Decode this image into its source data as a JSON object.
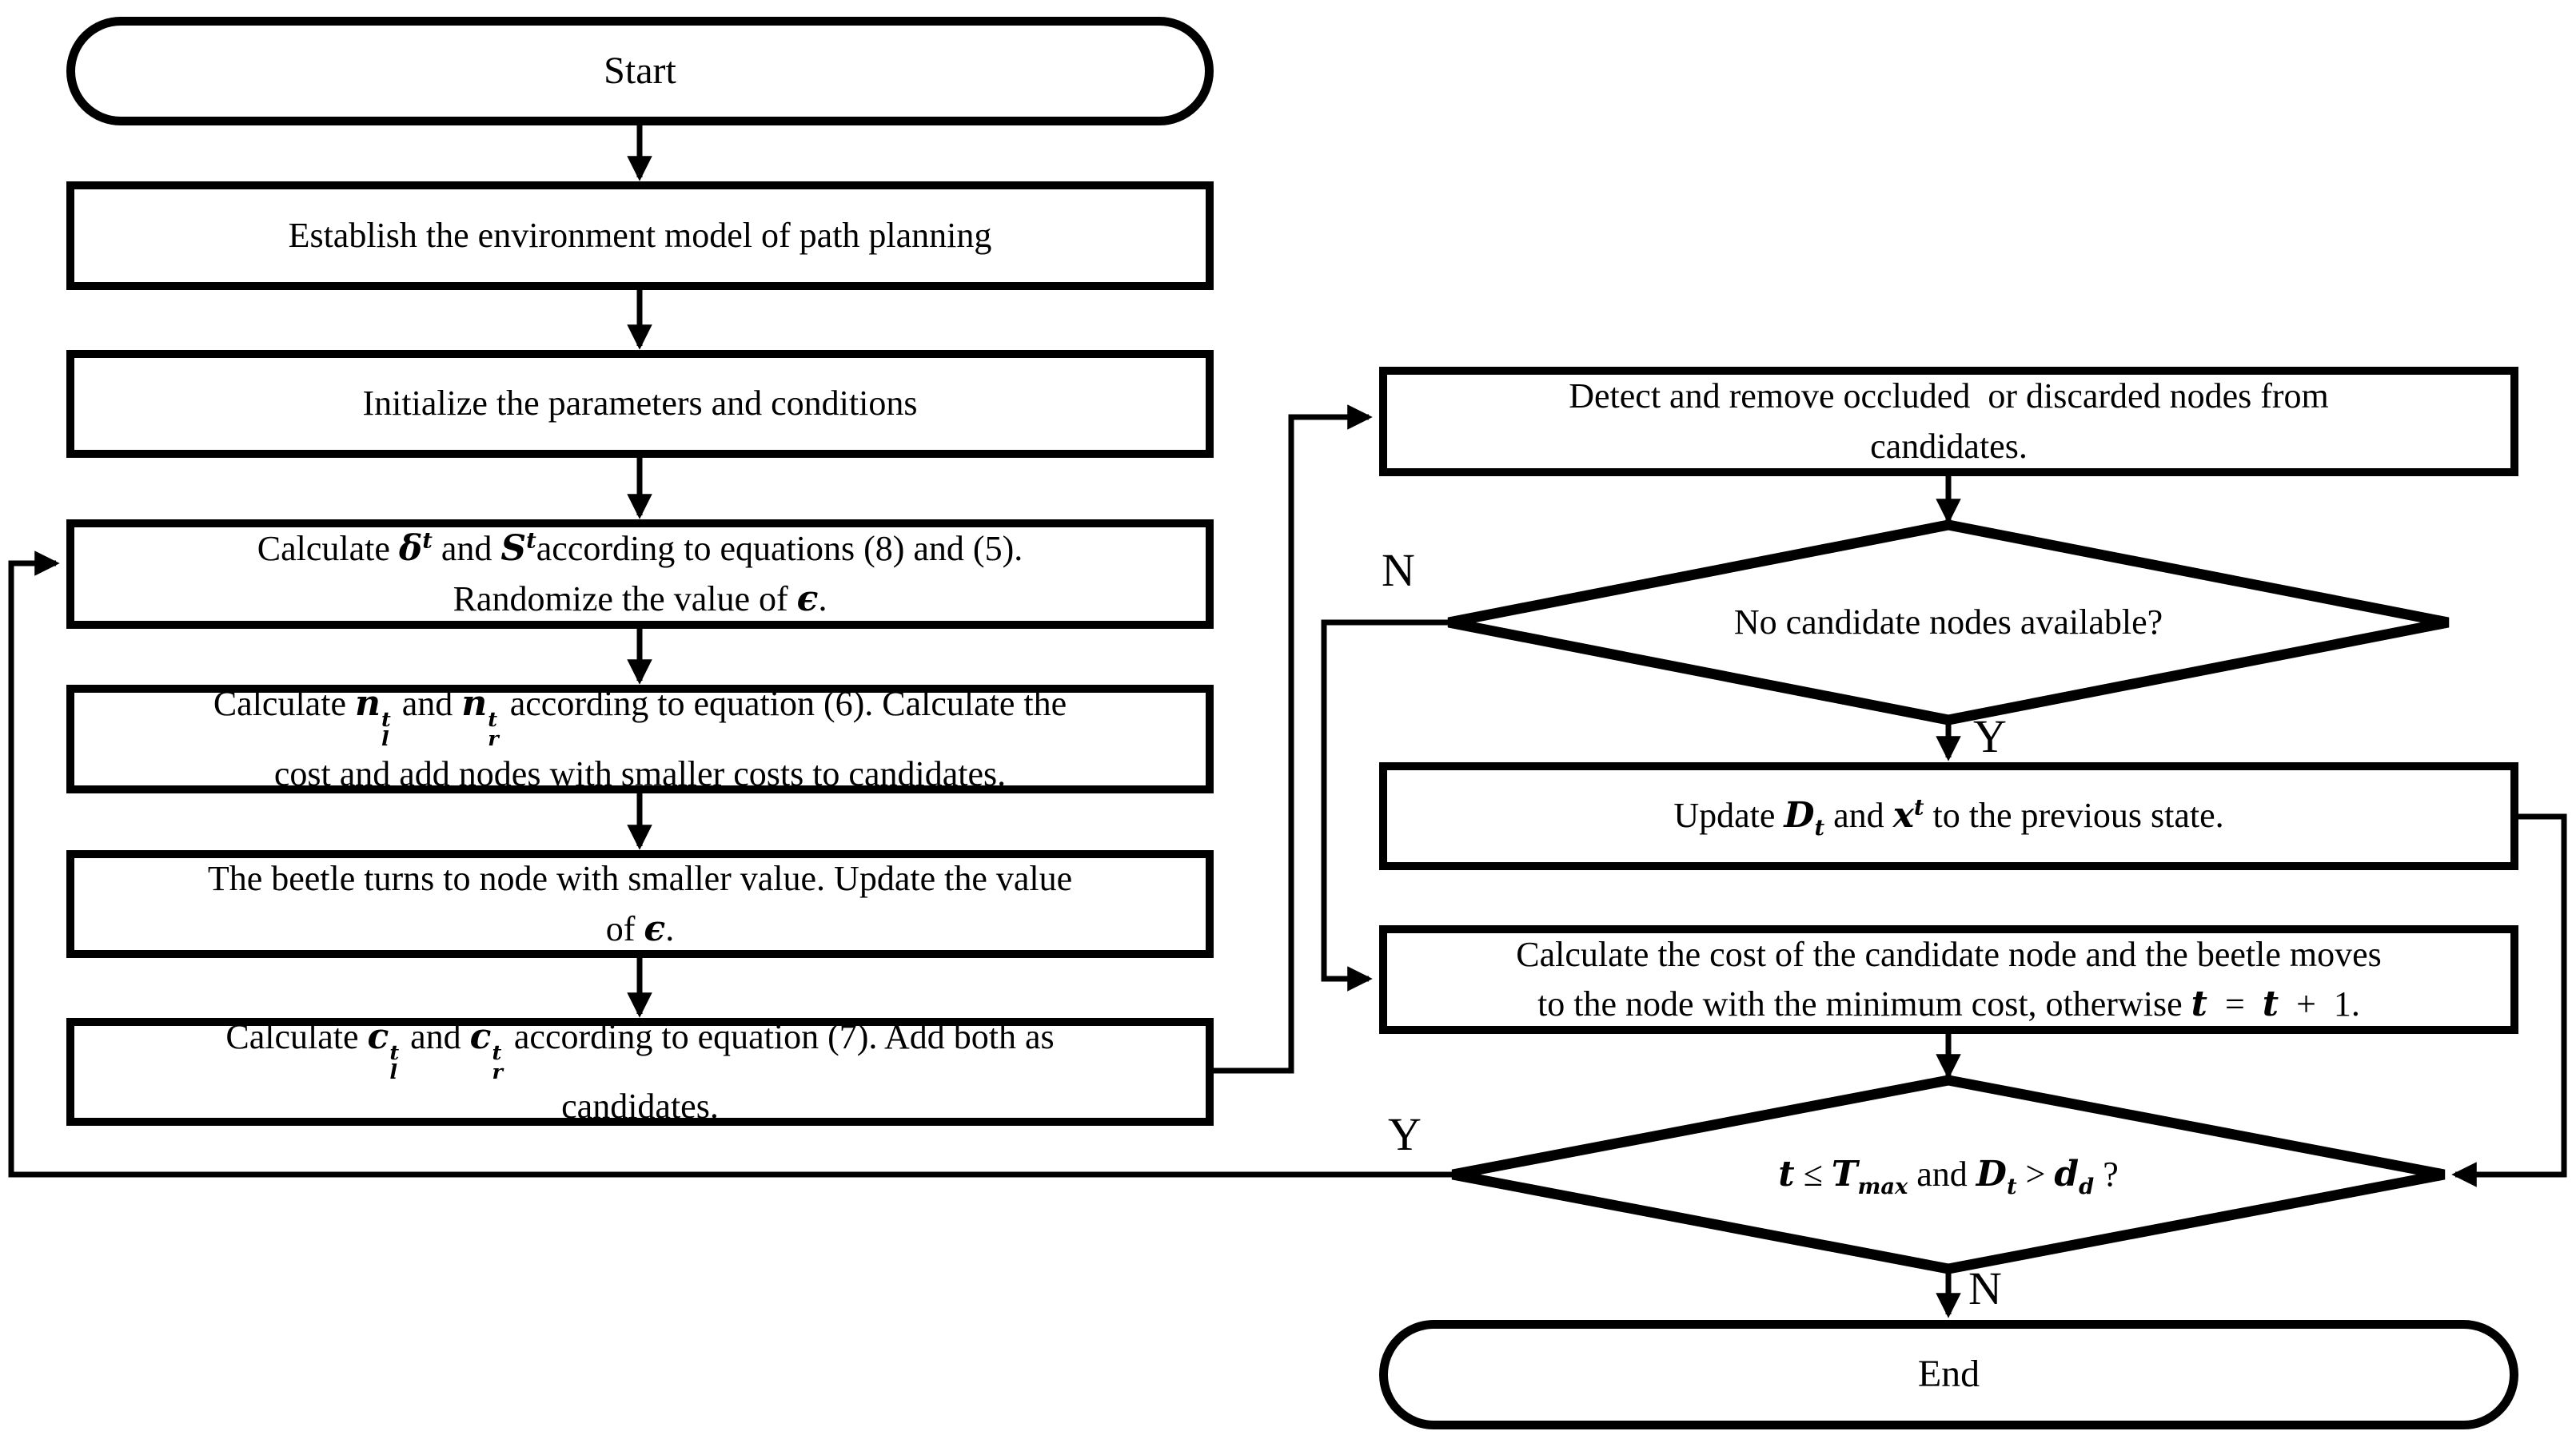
{
  "meta": {
    "background_color": "#ffffff",
    "ink_color": "#000000",
    "diagram_type": "flowchart"
  },
  "flowchart": {
    "nodes": {
      "start": {
        "type": "terminator",
        "label": "Start"
      },
      "establish_env": {
        "type": "process",
        "lines": [
          "Establish the environment model of path planning"
        ]
      },
      "init_params": {
        "type": "process",
        "lines": [
          "Initialize the parameters and conditions"
        ]
      },
      "calc_delta_s": {
        "type": "process",
        "lines": [
          "Calculate <span class=\"m\">δ<sup>t</sup></span> and <span class=\"m\">S<sup>t</sup></span>according to equations (8) and (5).",
          "Randomize the value of <span class=\"m\">ϵ</span>."
        ]
      },
      "calc_n": {
        "type": "process",
        "lines": [
          "Calculate <span class=\"m\">n</span><span class=\"ss\"><span>t</span><span>l</span></span> and <span class=\"m\">n</span><span class=\"ss\"><span>t</span><span>r</span></span> according to equation (6). Calculate the",
          "cost and add nodes with smaller costs to candidates."
        ]
      },
      "beetle_turns": {
        "type": "process",
        "lines": [
          "The beetle turns to node with smaller value. Update the value",
          "of <span class=\"m\">ϵ</span>."
        ]
      },
      "calc_c": {
        "type": "process",
        "lines": [
          "Calculate <span class=\"m\">c</span><span class=\"ss\"><span>t</span><span>l</span></span> and <span class=\"m\">c</span><span class=\"ss\"><span>t</span><span>r</span></span> according to equation (7). Add both as",
          "candidates."
        ]
      },
      "detect_remove": {
        "type": "process",
        "lines": [
          "Detect and remove occluded  or discarded nodes from",
          "candidates."
        ]
      },
      "no_candidates": {
        "type": "decision",
        "lines": [
          "No candidate nodes available?"
        ]
      },
      "update_state": {
        "type": "process",
        "lines": [
          "Update <span class=\"m\">D<sub>t</sub></span> and <span class=\"m\">x<sup>t</sup></span> to the previous state."
        ]
      },
      "calc_cost_move": {
        "type": "process",
        "lines": [
          "Calculate the cost of the candidate node and the beetle moves",
          "to the node with the minimum cost, otherwise <span class=\"m\">t</span>&ensp;=&ensp;<span class=\"m\">t</span>&ensp;+&ensp;1."
        ]
      },
      "loop_condition": {
        "type": "decision",
        "lines": [
          "<span class=\"m\">t</span> ≤ <span class=\"m\">T<sub>max</sub></span> and <span class=\"m\">D<sub>t</sub></span> &gt; <span class=\"m\">d<sub>d</sub></span> ?"
        ]
      },
      "end": {
        "type": "terminator",
        "label": "End"
      }
    },
    "branch_labels": {
      "no_candidates_no": "N",
      "no_candidates_yes": "Y",
      "loop_yes": "Y",
      "loop_no": "N"
    }
  }
}
